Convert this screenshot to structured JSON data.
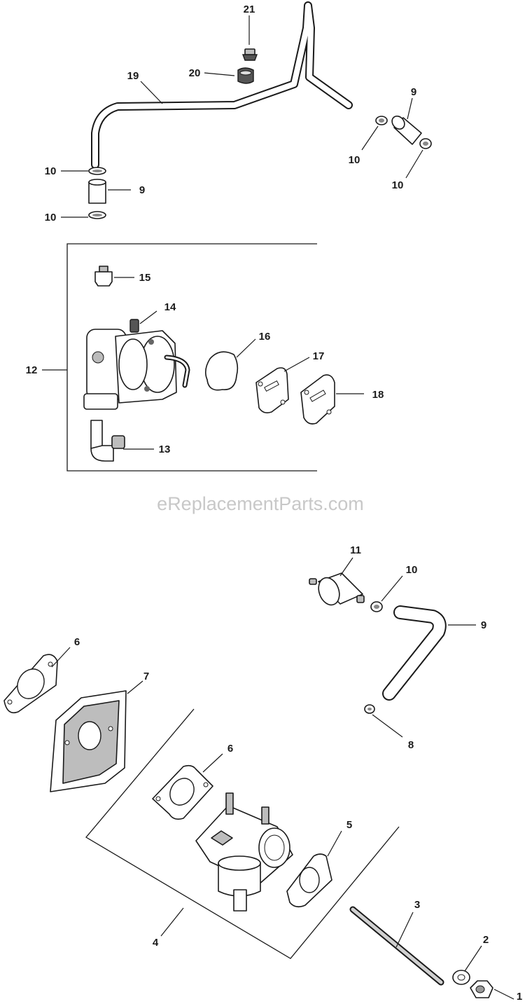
{
  "watermark": "eReplacementParts.com",
  "callouts": {
    "c21": "21",
    "c20": "20",
    "c19": "19",
    "c9_top": "9",
    "c10_top_a": "10",
    "c10_top_b": "10",
    "c10_left_a": "10",
    "c9_left": "9",
    "c10_left_b": "10",
    "c15": "15",
    "c14": "14",
    "c12": "12",
    "c16": "16",
    "c17": "17",
    "c18": "18",
    "c13": "13",
    "c11": "11",
    "c10_mid": "10",
    "c9_mid": "9",
    "c8": "8",
    "c6_left": "6",
    "c7": "7",
    "c6_mid": "6",
    "c5": "5",
    "c4": "4",
    "c3": "3",
    "c2": "2",
    "c1": "1"
  }
}
